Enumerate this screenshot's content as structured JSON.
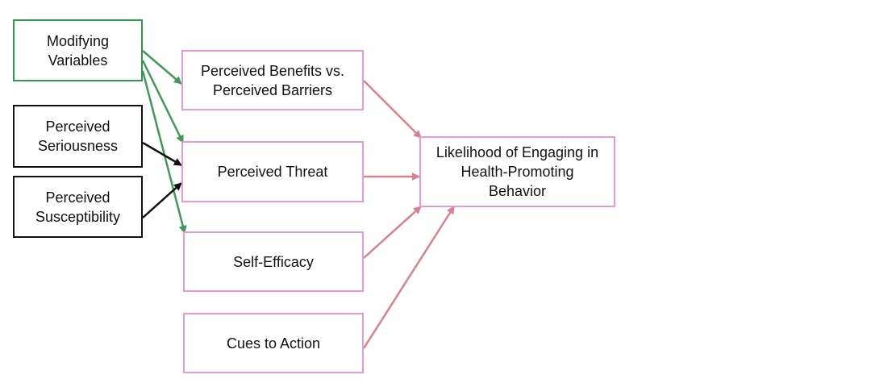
{
  "colors": {
    "green": "#2e9a4a",
    "black": "#111111",
    "pink": "#e79ad3",
    "green_arrow": "#3f9a5a",
    "black_arrow": "#111111",
    "pink_arrow": "#d8808f"
  },
  "boxes": {
    "modifying_variables": "Modifying\nVariables",
    "perceived_seriousness": "Perceived\nSeriousness",
    "perceived_susceptibility": "Perceived\nSusceptibility",
    "perceived_benefits_barriers": "Perceived Benefits vs.\nPerceived Barriers",
    "perceived_threat": "Perceived Threat",
    "self_efficacy": "Self-Efficacy",
    "cues_to_action": "Cues to Action",
    "likelihood": "Likelihood of Engaging in\nHealth-Promoting\nBehavior"
  }
}
